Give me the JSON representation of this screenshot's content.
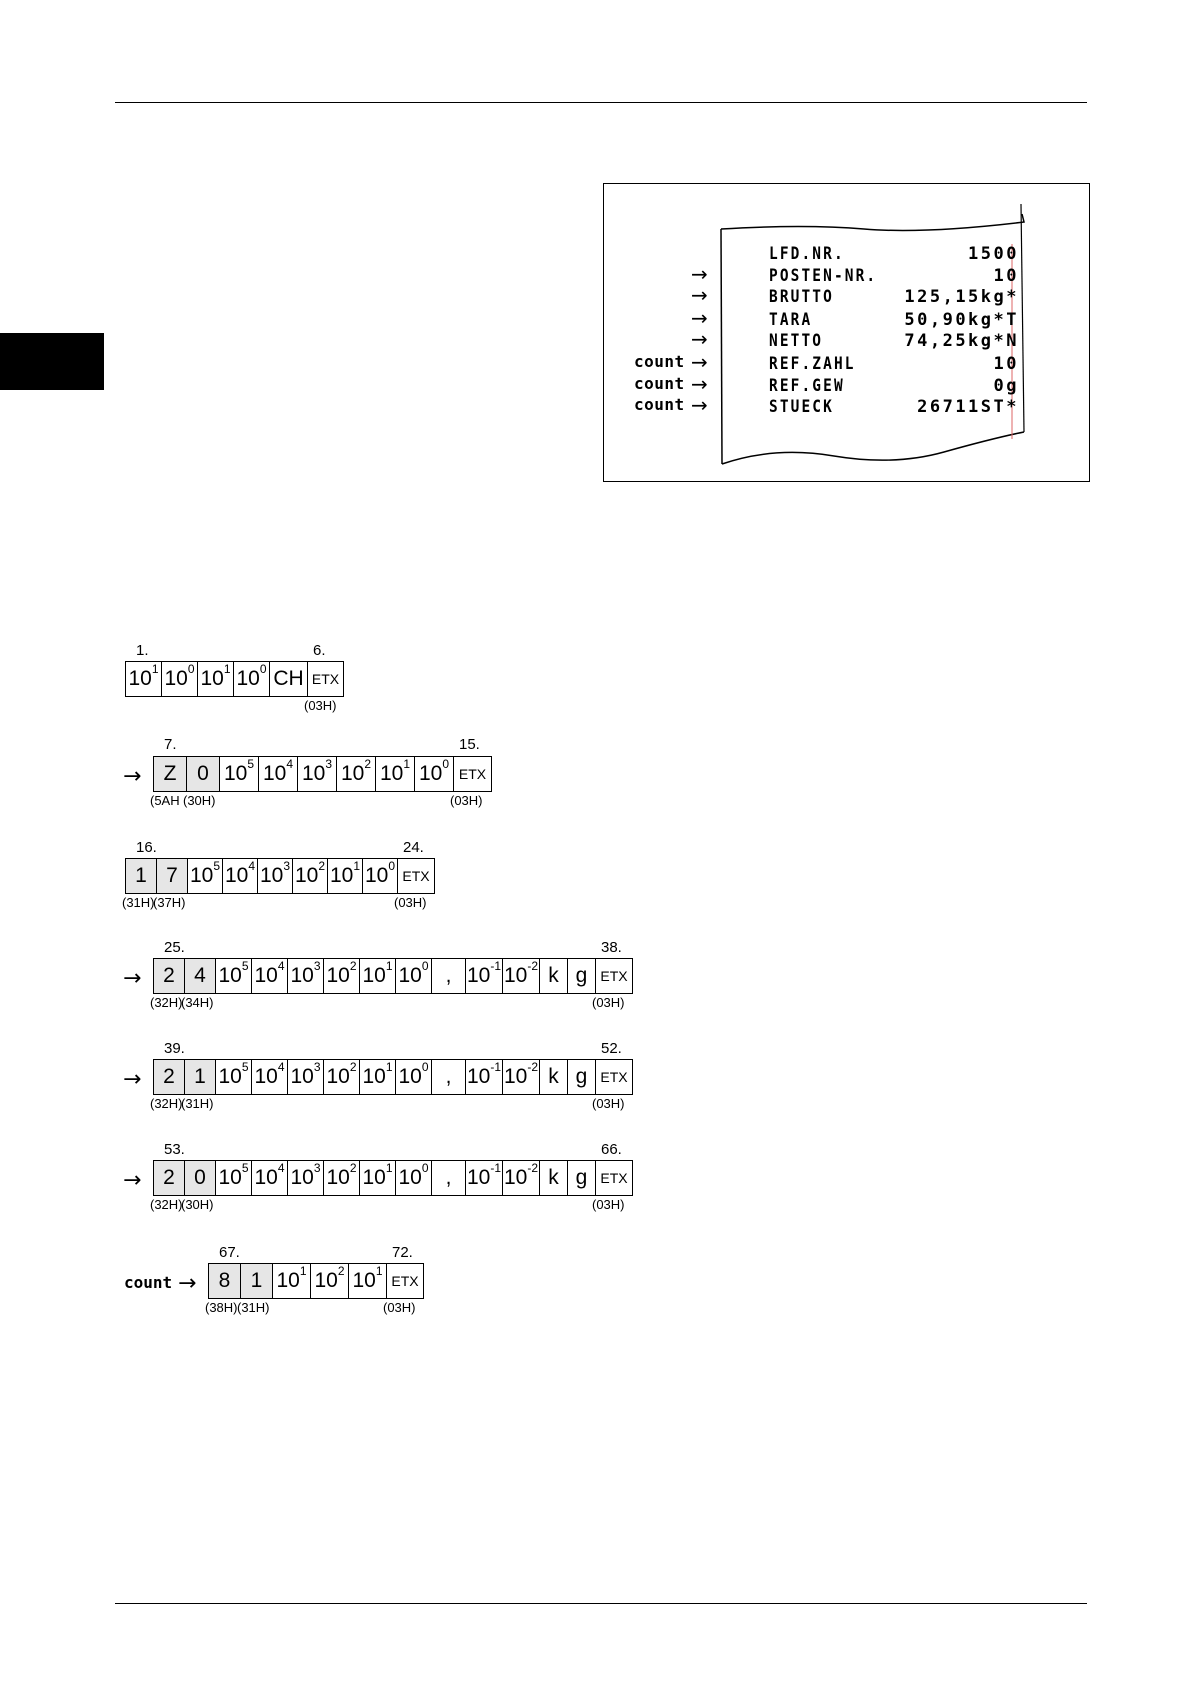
{
  "receipt": {
    "lines": [
      {
        "label": "LFD.NR.",
        "value": "1500",
        "arrow": "",
        "count": ""
      },
      {
        "label": "POSTEN-NR.",
        "value": "10",
        "arrow": "→",
        "count": ""
      },
      {
        "label": "BRUTTO",
        "value": "125,15kg*",
        "arrow": "→",
        "count": ""
      },
      {
        "label": "TARA",
        "value": "50,90kg*T",
        "arrow": "→",
        "count": ""
      },
      {
        "label": "NETTO",
        "value": "74,25kg*N",
        "arrow": "→",
        "count": ""
      },
      {
        "label": "REF.ZAHL",
        "value": "10",
        "arrow": "→",
        "count": "count"
      },
      {
        "label": "REF.GEW",
        "value": "0g",
        "arrow": "→",
        "count": "count"
      },
      {
        "label": "STUECK",
        "value": "26711ST*",
        "arrow": "→",
        "count": "count"
      }
    ]
  },
  "telegrams": [
    {
      "start": "1.",
      "end": "6.",
      "arrow": "",
      "count": "",
      "cells": [
        {
          "b": "10",
          "e": "1"
        },
        {
          "b": "10",
          "e": "0"
        },
        {
          "b": "10",
          "e": "1"
        },
        {
          "b": "10",
          "e": "0"
        },
        {
          "t": "CH"
        },
        {
          "t": "ETX",
          "etx": true
        }
      ],
      "hex": [
        {
          "col": 5,
          "t": "(03H)"
        }
      ]
    },
    {
      "start": "7.",
      "end": "15.",
      "arrow": "→",
      "count": "",
      "cells": [
        {
          "t": "Z",
          "gray": true
        },
        {
          "t": "0",
          "gray": true
        },
        {
          "b": "10",
          "e": "5"
        },
        {
          "b": "10",
          "e": "4"
        },
        {
          "b": "10",
          "e": "3"
        },
        {
          "b": "10",
          "e": "2"
        },
        {
          "b": "10",
          "e": "1"
        },
        {
          "b": "10",
          "e": "0"
        },
        {
          "t": "ETX",
          "etx": true
        }
      ],
      "hex": [
        {
          "col": 0,
          "t": "(5AH"
        },
        {
          "col": 1,
          "t": "(30H)"
        },
        {
          "col": 8,
          "t": "(03H)"
        }
      ]
    },
    {
      "start": "16.",
      "end": "24.",
      "arrow": "",
      "count": "",
      "cells": [
        {
          "t": "1",
          "gray": true
        },
        {
          "t": "7",
          "gray": true
        },
        {
          "b": "10",
          "e": "5"
        },
        {
          "b": "10",
          "e": "4"
        },
        {
          "b": "10",
          "e": "3"
        },
        {
          "b": "10",
          "e": "2"
        },
        {
          "b": "10",
          "e": "1"
        },
        {
          "b": "10",
          "e": "0"
        },
        {
          "t": "ETX",
          "etx": true
        }
      ],
      "hex": [
        {
          "col": 0,
          "t": "(31H)"
        },
        {
          "col": 1,
          "t": "(37H)"
        },
        {
          "col": 8,
          "t": "(03H)"
        }
      ]
    },
    {
      "start": "25.",
      "end": "38.",
      "arrow": "→",
      "count": "",
      "cells": [
        {
          "t": "2",
          "gray": true
        },
        {
          "t": "4",
          "gray": true
        },
        {
          "b": "10",
          "e": "5"
        },
        {
          "b": "10",
          "e": "4"
        },
        {
          "b": "10",
          "e": "3"
        },
        {
          "b": "10",
          "e": "2"
        },
        {
          "b": "10",
          "e": "1"
        },
        {
          "b": "10",
          "e": "0"
        },
        {
          "t": ","
        },
        {
          "b": "10",
          "e": "-1"
        },
        {
          "b": "10",
          "e": "-2"
        },
        {
          "t": "k"
        },
        {
          "t": "g"
        },
        {
          "t": "ETX",
          "etx": true
        }
      ],
      "hex": [
        {
          "col": 0,
          "t": "(32H)"
        },
        {
          "col": 1,
          "t": "(34H)"
        },
        {
          "col": 13,
          "t": "(03H)"
        }
      ]
    },
    {
      "start": "39.",
      "end": "52.",
      "arrow": "→",
      "count": "",
      "cells": [
        {
          "t": "2",
          "gray": true
        },
        {
          "t": "1",
          "gray": true
        },
        {
          "b": "10",
          "e": "5"
        },
        {
          "b": "10",
          "e": "4"
        },
        {
          "b": "10",
          "e": "3"
        },
        {
          "b": "10",
          "e": "2"
        },
        {
          "b": "10",
          "e": "1"
        },
        {
          "b": "10",
          "e": "0"
        },
        {
          "t": ","
        },
        {
          "b": "10",
          "e": "-1"
        },
        {
          "b": "10",
          "e": "-2"
        },
        {
          "t": "k"
        },
        {
          "t": "g"
        },
        {
          "t": "ETX",
          "etx": true
        }
      ],
      "hex": [
        {
          "col": 0,
          "t": "(32H)"
        },
        {
          "col": 1,
          "t": "(31H)"
        },
        {
          "col": 13,
          "t": "(03H)"
        }
      ]
    },
    {
      "start": "53.",
      "end": "66.",
      "arrow": "→",
      "count": "",
      "cells": [
        {
          "t": "2",
          "gray": true
        },
        {
          "t": "0",
          "gray": true
        },
        {
          "b": "10",
          "e": "5"
        },
        {
          "b": "10",
          "e": "4"
        },
        {
          "b": "10",
          "e": "3"
        },
        {
          "b": "10",
          "e": "2"
        },
        {
          "b": "10",
          "e": "1"
        },
        {
          "b": "10",
          "e": "0"
        },
        {
          "t": ","
        },
        {
          "b": "10",
          "e": "-1"
        },
        {
          "b": "10",
          "e": "-2"
        },
        {
          "t": "k"
        },
        {
          "t": "g"
        },
        {
          "t": "ETX",
          "etx": true
        }
      ],
      "hex": [
        {
          "col": 0,
          "t": "(32H)"
        },
        {
          "col": 1,
          "t": "(30H)"
        },
        {
          "col": 13,
          "t": "(03H)"
        }
      ]
    },
    {
      "start": "67.",
      "end": "72.",
      "arrow": "→",
      "count": "count",
      "cells": [
        {
          "t": "8",
          "gray": true
        },
        {
          "t": "1",
          "gray": true
        },
        {
          "b": "10",
          "e": "1"
        },
        {
          "b": "10",
          "e": "2"
        },
        {
          "b": "10",
          "e": "1"
        },
        {
          "t": "ETX",
          "etx": true
        }
      ],
      "hex": [
        {
          "col": 0,
          "t": "(38H)"
        },
        {
          "col": 1,
          "t": "(31H)"
        },
        {
          "col": 5,
          "t": "(03H)"
        }
      ]
    }
  ]
}
